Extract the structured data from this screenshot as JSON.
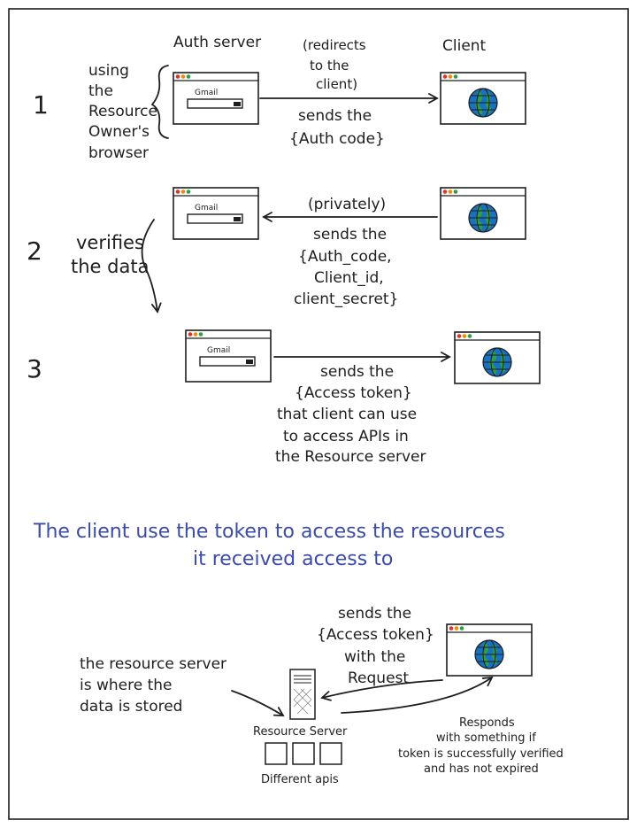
{
  "headers": {
    "auth_server": "Auth server",
    "client": "Client"
  },
  "steps": [
    "1",
    "2",
    "3"
  ],
  "step1": {
    "side_note": [
      "using",
      "the",
      "Resource",
      "Owner's",
      "browser"
    ],
    "above_arrow": [
      "(redirects",
      "to the",
      "client)"
    ],
    "below_arrow": [
      "sends the",
      "{Auth code}"
    ]
  },
  "step2": {
    "above_arrow": "(privately)",
    "below_arrow": [
      "sends the",
      "{Auth_code,",
      "Client_id,",
      "client_secret}"
    ],
    "side_note": [
      "verifies",
      "the data"
    ]
  },
  "step3": {
    "below_arrow": [
      "sends the",
      "{Access token}",
      "that client can use",
      "to access APIs in",
      "the Resource server"
    ]
  },
  "gmail_label": "Gmail",
  "summary": [
    "The client use the token to access the resources",
    "it received access to"
  ],
  "bottom": {
    "request_note": [
      "sends the",
      "{Access token}",
      "with the",
      "Request"
    ],
    "resource_note": [
      "the resource server",
      "is where the",
      "data is stored"
    ],
    "server_label": "Resource Server",
    "apis_label": "Different apis",
    "response_note": [
      "Responds",
      "with something if",
      "token is successfully verified",
      "and has not expired"
    ]
  },
  "colors": {
    "ink": "#1e1e1e",
    "summary_blue": "#3b4ba8",
    "globe_blue": "#1971c2",
    "globe_green": "#2f9e44",
    "dot_red": "#e03131",
    "dot_yellow": "#f08c00",
    "dot_green": "#2f9e44"
  }
}
